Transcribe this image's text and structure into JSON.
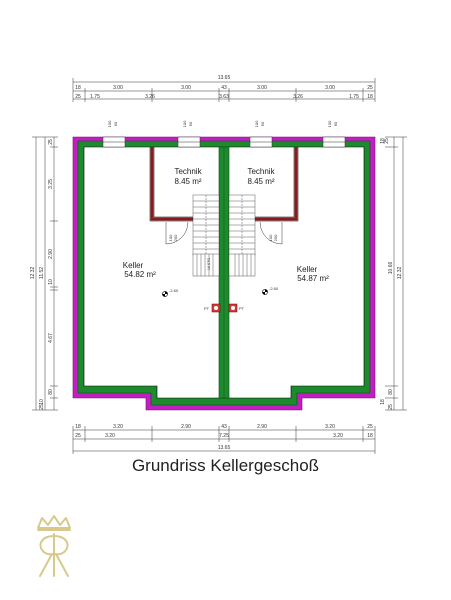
{
  "plan": {
    "title": "Grundriss Kellergeschoß",
    "rooms": [
      {
        "name": "Technik",
        "area": "8.45 m²"
      },
      {
        "name": "Technik",
        "area": "8.45 m²"
      },
      {
        "name": "Keller",
        "area": "54.82 m²"
      },
      {
        "name": "Keller",
        "area": "54.87 m²"
      }
    ],
    "level_markers": [
      "-2.60",
      "-2.60"
    ],
    "pt_labels": [
      "PT",
      "PT"
    ],
    "dim_top": {
      "overall": "13.65",
      "row_a": [
        "18",
        "3.00",
        "3.00",
        "43",
        "3.00",
        "3.00",
        "25"
      ],
      "row_b": [
        "25",
        "1.75",
        "3.26",
        "3.63",
        "3.26",
        "1.75",
        "18"
      ]
    },
    "dim_bottom": {
      "row_a": [
        "18",
        "3.20",
        "2.90",
        "43",
        "2.90",
        "3.20",
        "25"
      ],
      "row_b": [
        "25",
        "3.20",
        "7.25",
        "3.20",
        "18"
      ],
      "overall": "13.65"
    },
    "dim_left": {
      "outer": "12.32",
      "inner": "11.52",
      "segments": [
        "25",
        "3.25",
        "2.90",
        "10",
        "4.67",
        "80",
        "10",
        "25"
      ]
    },
    "dim_right": {
      "outer": "12.32",
      "inner": "10.66",
      "segments": [
        "25",
        "18",
        "80",
        "18",
        "25"
      ]
    },
    "window_labels": [
      "100",
      "60",
      "100",
      "60",
      "100",
      "60",
      "100",
      "60"
    ],
    "door_labels": [
      "100",
      "200",
      "100",
      "200"
    ],
    "stair_label": "16 STG",
    "colors": {
      "outer_wall": "#c21fc2",
      "inner_wall": "#1e8a2e",
      "partition": "#8b1a1a",
      "logo": "#d8c98a"
    },
    "logo_icon": "crown-monogram-logo"
  }
}
